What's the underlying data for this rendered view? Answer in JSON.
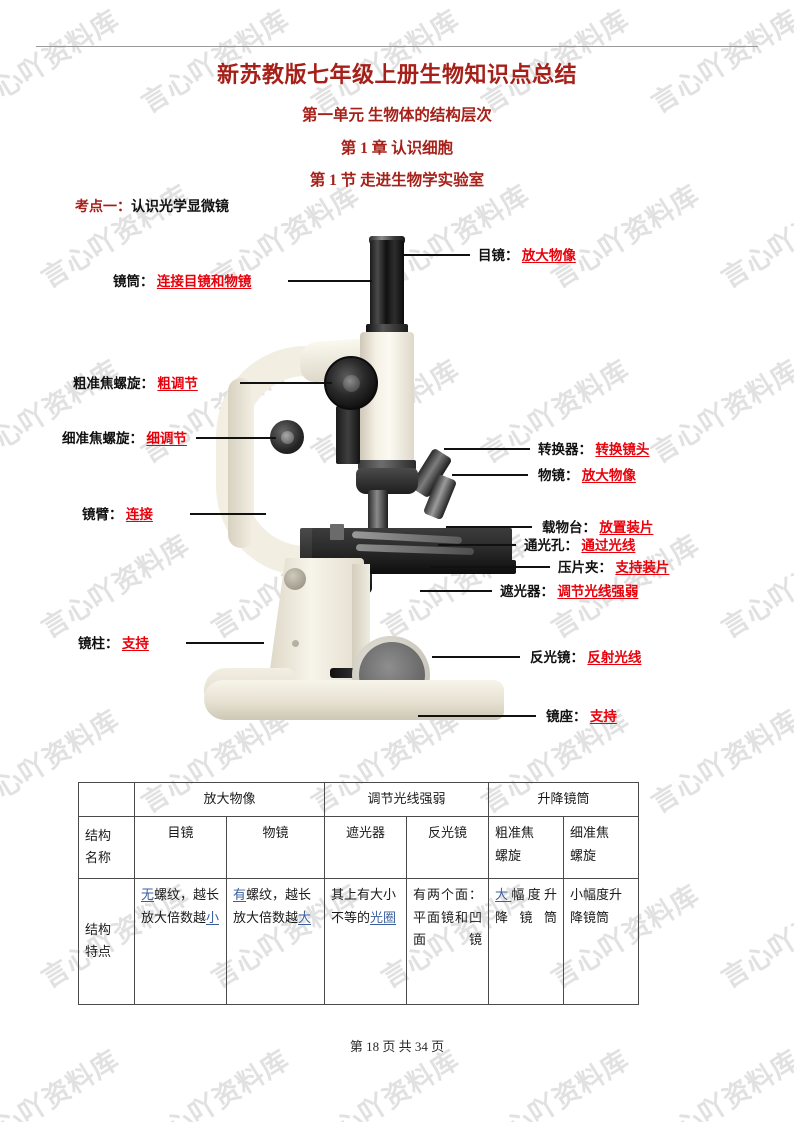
{
  "document": {
    "title": "新苏教版七年级上册生物知识点总结",
    "unit": "第一单元  生物体的结构层次",
    "chapter": "第 1 章  认识细胞",
    "section": "第 1 节  走进生物学实验室",
    "watermark": "言心吖资料库",
    "footer": "第 18 页 共 34 页",
    "accent_red": "#a52019",
    "label_red": "#e8000a",
    "link_blue": "#3b5f9e"
  },
  "keypoint": {
    "number": "考点一：",
    "text": "认识光学显微镜"
  },
  "figure": {
    "name": "光学显微镜结构图",
    "labels": [
      {
        "id": "eyepiece",
        "term": "目镜：",
        "function": "放大物像"
      },
      {
        "id": "tube",
        "term": "镜筒：",
        "function": "连接目镜和物镜"
      },
      {
        "id": "coarse-focus",
        "term": "粗准焦螺旋：",
        "function": "粗调节"
      },
      {
        "id": "fine-focus",
        "term": "细准焦螺旋：",
        "function": "细调节"
      },
      {
        "id": "arm",
        "term": "镜臂：",
        "function": "连接"
      },
      {
        "id": "pillar",
        "term": "镜柱：",
        "function": "支持"
      },
      {
        "id": "revolver",
        "term": "转换器：",
        "function": "转换镜头"
      },
      {
        "id": "objective",
        "term": "物镜：",
        "function": "放大物像"
      },
      {
        "id": "stage",
        "term": "载物台：",
        "function": "放置装片"
      },
      {
        "id": "aperture",
        "term": "通光孔：",
        "function": "通过光线"
      },
      {
        "id": "slide-clip",
        "term": "压片夹：",
        "function": "支持装片"
      },
      {
        "id": "diaphragm",
        "term": "遮光器：",
        "function": "调节光线强弱"
      },
      {
        "id": "reflector",
        "term": "反光镜：",
        "function": "反射光线"
      },
      {
        "id": "base",
        "term": "镜座：",
        "function": "支持"
      }
    ]
  },
  "table": {
    "group_headers": {
      "magnify": "放大物像",
      "light": "调节光线强弱",
      "tube": "升降镜筒"
    },
    "row_headers": {
      "name": {
        "line1": "结构",
        "line2": "名称"
      },
      "feature": {
        "line1": "结构",
        "line2": "特点"
      }
    },
    "names": {
      "eyepiece": "目镜",
      "objective": "物镜",
      "diaphragm": "遮光器",
      "reflector": "反光镜",
      "coarse": {
        "line1": "粗准焦",
        "line2": "螺旋"
      },
      "fine": {
        "line1": "细准焦",
        "line2": "螺旋"
      }
    },
    "features": {
      "eyepiece": {
        "hi1": "无",
        "t1": "螺纹，越长放大倍数越",
        "hi2": "小"
      },
      "objective": {
        "hi1": "有",
        "t1": "螺纹，越长放大倍数越",
        "hi2": "大"
      },
      "diaphragm": {
        "t1": "其上有大小不等的",
        "hi1": "光圈"
      },
      "reflector": {
        "t1": "有两个面：平面镜和凹面镜"
      },
      "coarse": {
        "hi1": "大",
        "t1": "幅度升降镜筒"
      },
      "fine": {
        "t1": "小幅度升降镜筒"
      }
    }
  }
}
